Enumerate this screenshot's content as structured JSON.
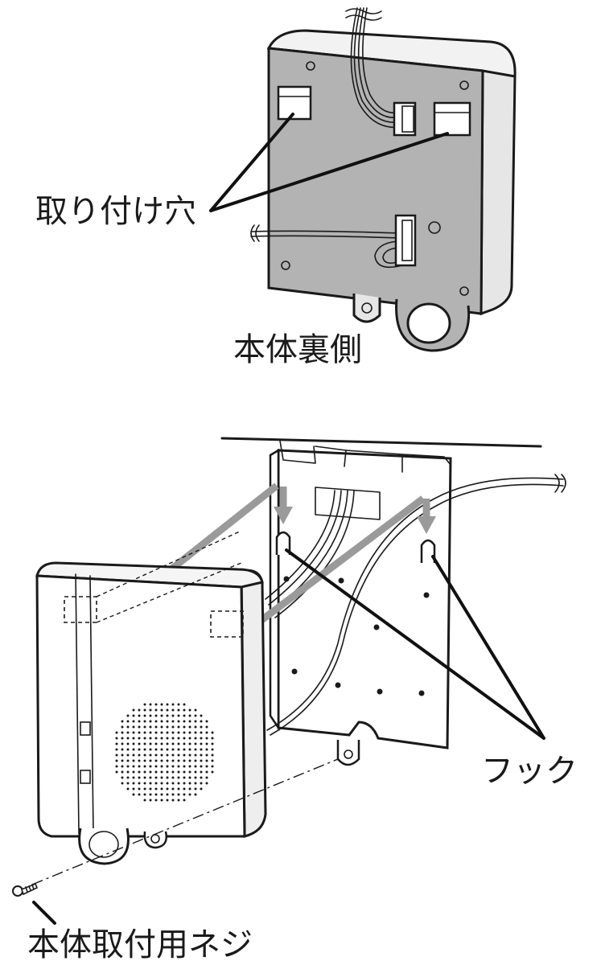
{
  "labels": {
    "mounting_holes": "取り付け穴",
    "unit_back": "本体裏側",
    "hooks": "フック",
    "unit_screw": "本体取付用ネジ"
  },
  "colors": {
    "panel_gray": "#b3b3b3",
    "arrow_gray": "#9a9a9a",
    "line": "#1a1a1a"
  }
}
